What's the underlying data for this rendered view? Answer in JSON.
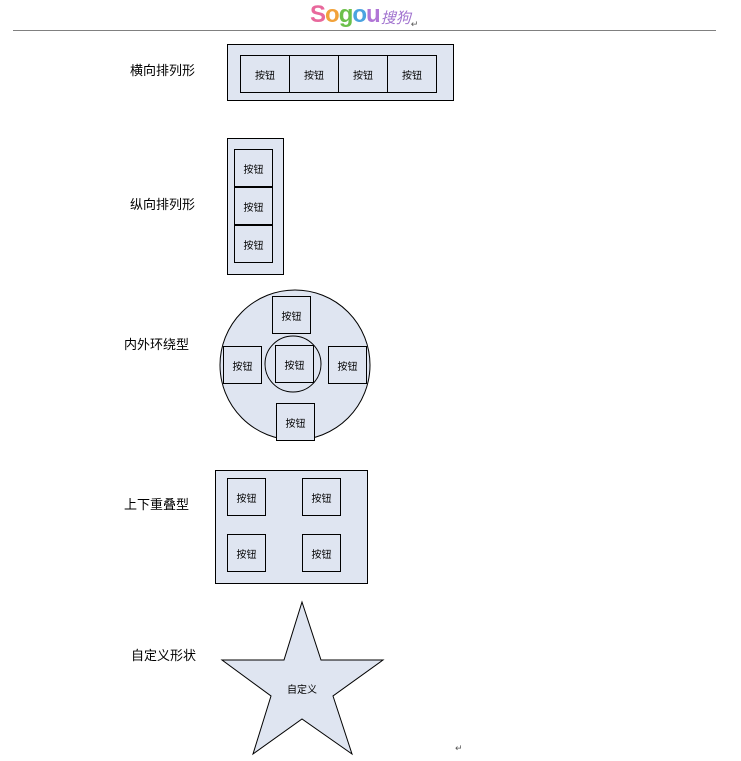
{
  "header": {
    "logo_latin": [
      "S",
      "o",
      "g",
      "o",
      "u"
    ],
    "logo_cjk": "搜狗",
    "paragraph_mark": "↵"
  },
  "button_label": "按钮",
  "sections": [
    {
      "label": "横向排列形"
    },
    {
      "label": "纵向排列形"
    },
    {
      "label": "内外环绕型"
    },
    {
      "label": "上下重叠型"
    },
    {
      "label": "自定义形状"
    }
  ],
  "star_label": "自定义",
  "end_mark": "↵",
  "colors": {
    "panel_fill": "#dfe5f1",
    "border": "#000000",
    "rule": "#808080"
  }
}
